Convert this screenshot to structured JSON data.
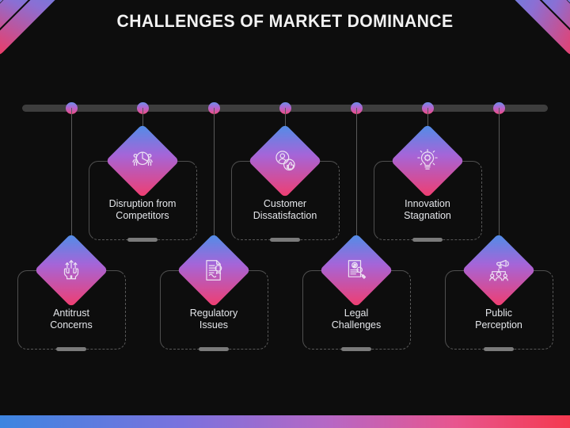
{
  "slide": {
    "title": "CHALLENGES OF MARKET DOMINANCE",
    "background_color": "#0d0d0d",
    "accent_gradient_start": "#4d8fe8",
    "accent_gradient_end": "#f23d6d",
    "timeline_node_count": 7
  },
  "cards": [
    {
      "label": "Disruption from\nCompetitors",
      "icon": "pie-chart-competitors-icon",
      "row": "top",
      "node_index": 1
    },
    {
      "label": "Customer\nDissatisfaction",
      "icon": "customer-feedback-icon",
      "row": "top",
      "node_index": 3
    },
    {
      "label": "Innovation\nStagnation",
      "icon": "lightbulb-gear-icon",
      "row": "top",
      "node_index": 5
    },
    {
      "label": "Antitrust\nConcerns",
      "icon": "hands-arrows-icon",
      "row": "bottom",
      "node_index": 0
    },
    {
      "label": "Regulatory\nIssues",
      "icon": "document-seal-icon",
      "row": "bottom",
      "node_index": 2
    },
    {
      "label": "Legal\nChallenges",
      "icon": "document-gavel-icon",
      "row": "bottom",
      "node_index": 4
    },
    {
      "label": "Public\nPerception",
      "icon": "people-megaphone-icon",
      "row": "bottom",
      "node_index": 6
    }
  ]
}
